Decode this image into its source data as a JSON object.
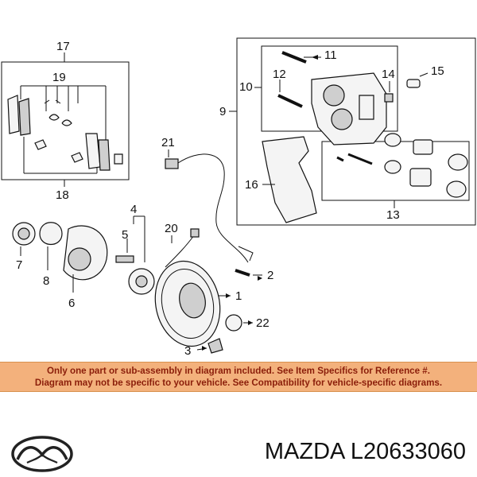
{
  "diagram": {
    "callouts": {
      "c1": "1",
      "c2": "2",
      "c3": "3",
      "c4": "4",
      "c5": "5",
      "c6": "6",
      "c7": "7",
      "c8": "8",
      "c9": "9",
      "c10": "10",
      "c11": "11",
      "c12": "12",
      "c13": "13",
      "c14": "14",
      "c15": "15",
      "c16": "16",
      "c17": "17",
      "c18": "18",
      "c19": "19",
      "c20": "20",
      "c21": "21",
      "c22": "22"
    }
  },
  "notice": {
    "line1": "Only one part or sub-assembly in diagram included. See Item Specifics for Reference #.",
    "line2": "Diagram may not be specific to your vehicle. See Compatibility for vehicle-specific diagrams.",
    "background": "#f3b17c",
    "text_color": "#8b1e0a"
  },
  "footer": {
    "brand": "MAZDA",
    "part_number": "L20633060",
    "logo": "mazda-logo-icon"
  }
}
